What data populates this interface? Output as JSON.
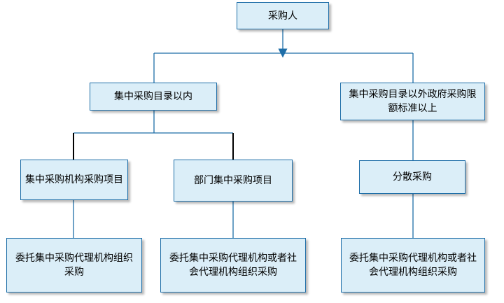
{
  "colors": {
    "node_fill": "#dbeef8",
    "node_border": "#1e6ea8",
    "connector": "#1e6ea8",
    "connector_dark": "#000000"
  },
  "nodes": {
    "purchaser": "采购人",
    "centralized_within_catalog": "集中采购目录以内",
    "outside_catalog_above_limit": "集中采购目录以外政府采购限额标准以上",
    "centralized_agency_project": "集中采购机构采购项目",
    "department_centralized_project": "部门集中采购项目",
    "decentralized_procurement": "分散采购",
    "entrust_centralized_agency": "委托集中采购代理机构组织采购",
    "entrust_agency_or_social_left": "委托集中采购代理机构或者社会代理机构组织采购",
    "entrust_agency_or_social_right": "委托集中采购代理机构或者社会代理机构组织采购"
  }
}
